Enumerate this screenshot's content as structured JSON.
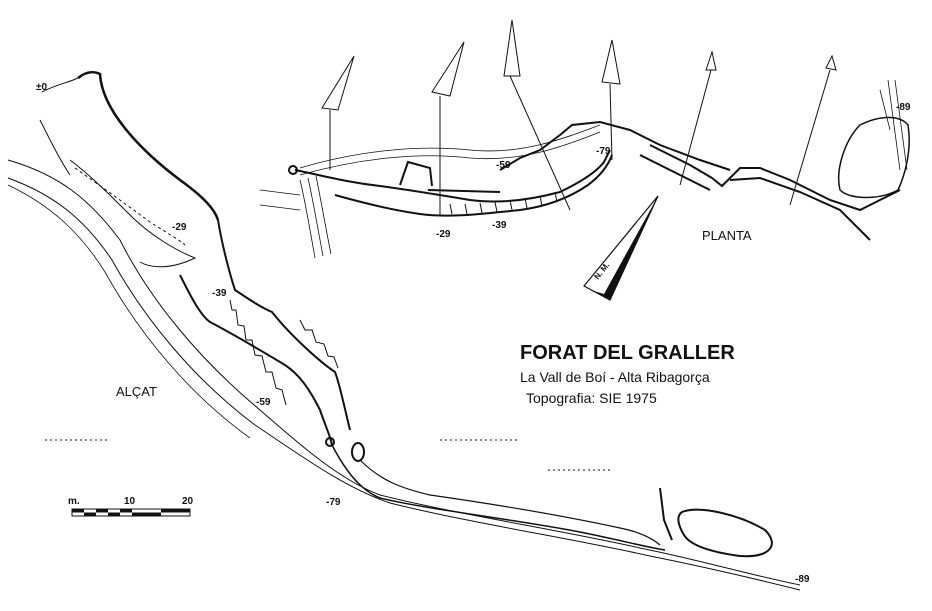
{
  "title": "FORAT DEL GRALLER",
  "subtitle": "La Vall de Boí - Alta Ribagorça",
  "credits": "Topografia: SIE   1975",
  "views": {
    "plan": "PLANTA",
    "elevation": "ALÇAT"
  },
  "elevation_labels": {
    "top": "±0",
    "d29": "-29",
    "d39": "-39",
    "d59": "-59",
    "d79": "-79",
    "d89": "-89"
  },
  "plan_labels": {
    "d29": "-29",
    "d39": "-39",
    "d59": "-59",
    "d79": "-79",
    "d89": "-89"
  },
  "north_arrow": {
    "label": "N. M."
  },
  "scale_bar": {
    "unit": "m.",
    "t10": "10",
    "t20": "20"
  },
  "colors": {
    "ink": "#111111",
    "paper": "#ffffff"
  }
}
